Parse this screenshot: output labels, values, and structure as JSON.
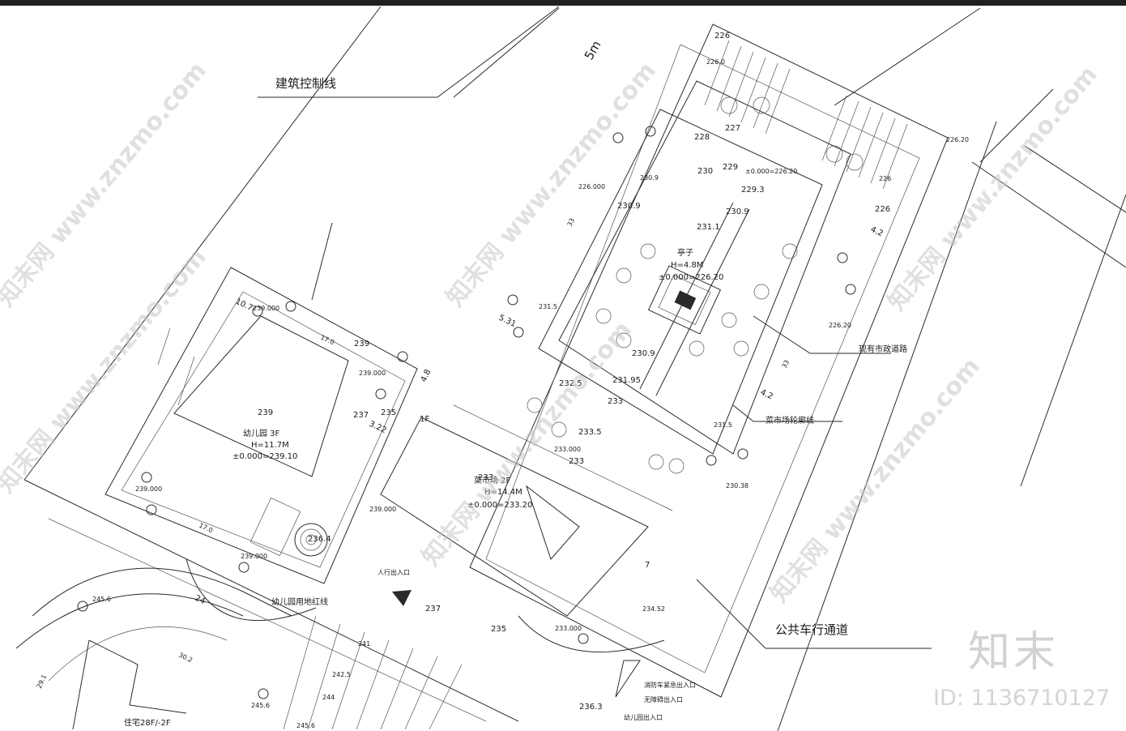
{
  "labels": {
    "building_control_line": "建筑控制线",
    "existing_road": "现有市政道路",
    "public_vehicle_lane": "公共车行通道",
    "market_outline": "菜市场轮廓线",
    "kindergarten_outline": "幼儿园用地红线",
    "pedestrian_entrance": "人行出入口",
    "fire_entrance": "消防车紧急出入口",
    "barrier_free_entrance": "无障碍出入口",
    "kindergarten_entrance": "幼儿园出入口",
    "residential_block": "住宅28F/-2F",
    "top_marker": "5m"
  },
  "buildings": {
    "kindergarten": {
      "elev": "239",
      "name": "幼儿园 3F",
      "height": "H=11.7M",
      "zero": "±0.000=239.10"
    },
    "market": {
      "elev": "233",
      "name": "菜市场 2F",
      "height": "H=14.4M",
      "zero": "±0.000=233.20"
    },
    "pavilion": {
      "name": "亭子",
      "height": "H=4.8M",
      "zero": "±0.000=226.20"
    }
  },
  "elevations": {
    "e226a": "226",
    "e226b": "226.0",
    "e227": "227",
    "e228": "228",
    "e229": "229",
    "e229_3": "229.3",
    "e230": "230",
    "e230_9a": "230.9",
    "e230_9b": "230.9",
    "e230_9c": "230.9",
    "e231_1": "231.1",
    "e231_5a": "231.5",
    "e231_5b": "231.5",
    "e231_95": "231.95",
    "e232_5": "232.5",
    "e233a": "233",
    "e233b": "233",
    "e233_5": "233.5",
    "e233_000": "233.000",
    "e233_000b": "233.000",
    "e235a": "235",
    "e235b": "235",
    "e236_4": "236.4",
    "e237a": "237",
    "e237b": "237",
    "e239a": "239",
    "e239_000a": "239.000",
    "e239_000b": "239.000",
    "e239_000c": "239.000",
    "e239_000d": "239.000",
    "e239_000e": "239.000",
    "e241": "241",
    "e242_5": "242.5",
    "e244": "244",
    "e245_6a": "245.6",
    "e245_6b": "245.6",
    "e245_6c": "245.6",
    "e236_3": "236.3",
    "e234_52": "234.52",
    "e230_38": "230.38",
    "e226_20": "226.20",
    "e226_000": "226.000",
    "e226c": "226",
    "e226d": "226",
    "e227_65": "±0.000=226.20",
    "e226_20b": "226.20"
  },
  "dimensions": {
    "d10_7": "10.7",
    "d5_31": "5.31",
    "d4_8": "4.8",
    "d4_2a": "4.2",
    "d4_2b": "4.2",
    "d3_22": "3.22",
    "d24": "24",
    "d7": "7",
    "d30_2": "30.2",
    "d17a": "17.0",
    "d17b": "17.0",
    "d33a": "33",
    "d33b": "33",
    "d29": "29.1",
    "d1f": "1F"
  },
  "watermark": {
    "site": "知末网 www.znzmo.com",
    "brand": "知末",
    "id": "ID: 1136710127"
  }
}
